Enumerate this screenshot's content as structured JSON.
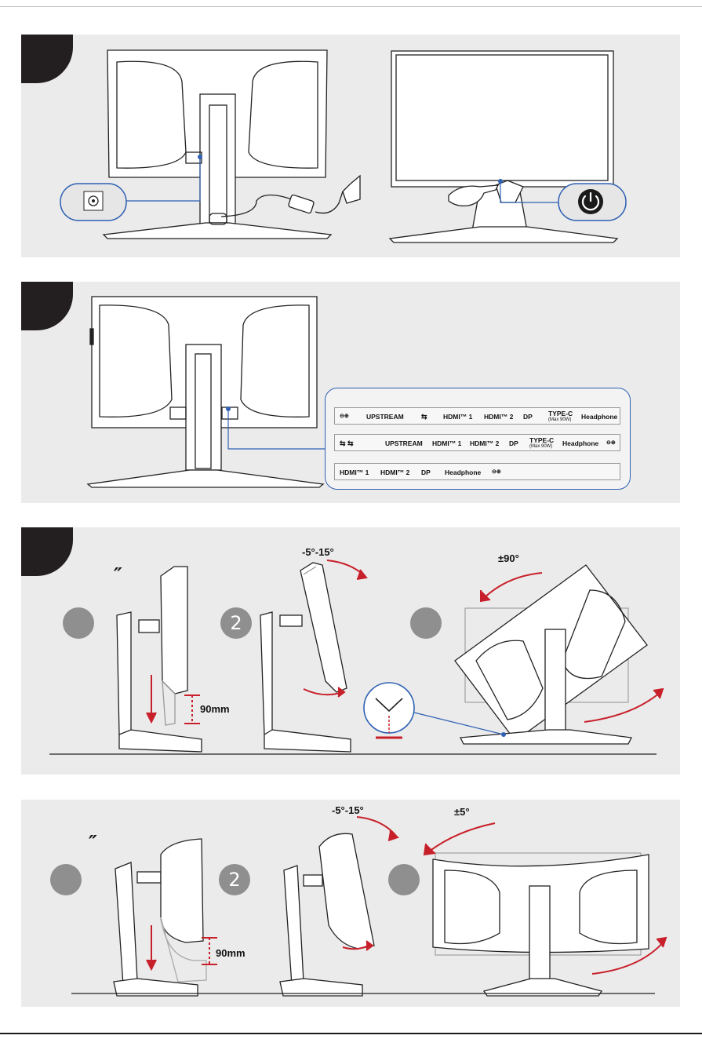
{
  "labels": {
    "tilt_range_a": "-5°-15°",
    "tilt_range_b": "-5°-15°",
    "pivot_range": "±90°",
    "swivel_range": "±5°",
    "height_a": "90mm",
    "height_b": "90mm",
    "size_mark_a": "″",
    "size_mark_b": "″",
    "step_two_a": "2",
    "step_two_b": "2"
  },
  "ports": {
    "row1": [
      "UPSTREAM",
      "HDMI™ 1",
      "HDMI™ 2",
      "DP",
      "TYPE-C",
      "(Max 90W)",
      "Headphone"
    ],
    "row2": [
      "UPSTREAM",
      "HDMI™ 1",
      "HDMI™ 2",
      "DP",
      "TYPE-C",
      "(Max 90W)",
      "Headphone"
    ],
    "row3": [
      "HDMI™ 1",
      "HDMI™ 2",
      "DP",
      "Headphone"
    ]
  },
  "colors": {
    "accent_blue": "#2f61b3",
    "arrow_red": "#c8202a",
    "badge": "#231f20",
    "panel": "#ebebeb"
  }
}
